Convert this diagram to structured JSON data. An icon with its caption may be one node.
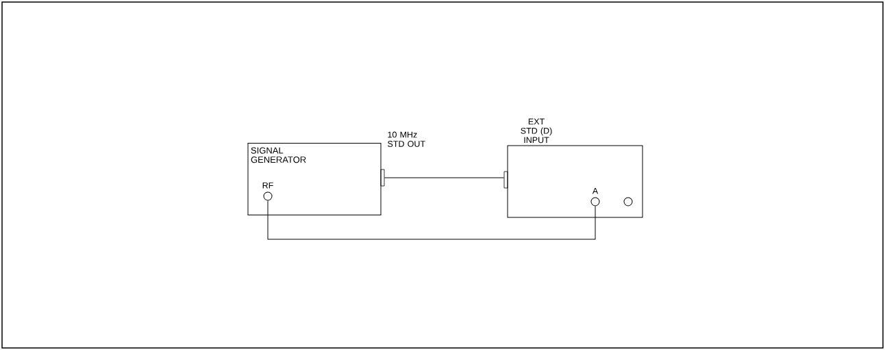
{
  "diagram": {
    "nodes": [
      {
        "text": [
          "SIGNAL GENERATOR"
        ]
      },
      {
        "text": [],
        "shape": "circle",
        "in": 0,
        "beside": [
          "RF"
        ]
      },
      {
        "text": [],
        "shape": "box",
        "beside": [
          "10 MHz STD OUT"
        ]
      },
      {
        "text": [],
        "shape": "box"
      },
      {
        "text": [],
        "shape": "box",
        "beside": [
          "EXT STD (D) INPUT"
        ]
      },
      {
        "text": [],
        "shape": "circle",
        "in": 3,
        "beside": [
          "A"
        ]
      },
      {
        "text": [],
        "shape": "circle",
        "in": 3
      }
    ],
    "edges": [
      {
        "from": 2,
        "to": 4,
        "arrow": "none"
      },
      {
        "from": 1,
        "to": 5,
        "arrow": "none"
      }
    ]
  }
}
